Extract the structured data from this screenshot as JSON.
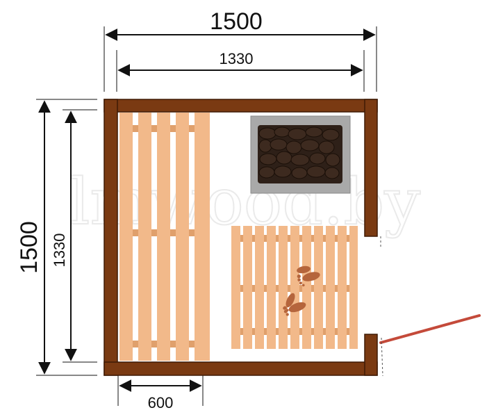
{
  "dimensions": {
    "outer_width": "1500",
    "inner_width": "1330",
    "outer_height": "1500",
    "inner_height": "1330",
    "bench_width": "600"
  },
  "watermark": "lmwood.by",
  "colors": {
    "wall": "#7a3a12",
    "wall_edge": "#3e1a05",
    "board": "#f2b98a",
    "board_dark": "#e0a06c",
    "stove_body": "#a9a9a9",
    "stone": "#2e2018",
    "door": "#c44a3a",
    "footprint": "#b5653c"
  },
  "icons": [
    "stove-stones-icon",
    "footprints-icon",
    "door-icon"
  ]
}
